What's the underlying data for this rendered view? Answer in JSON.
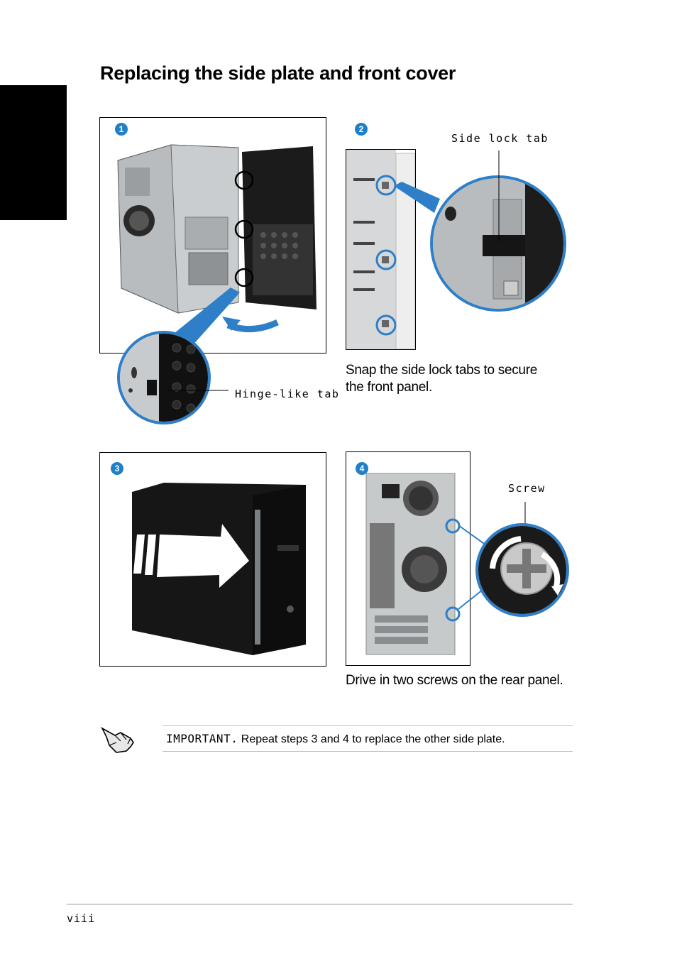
{
  "page": {
    "title": "Replacing the side plate and front cover",
    "page_number": "viii"
  },
  "steps": [
    {
      "number": "1",
      "label": "Hinge-like tab",
      "caption": ""
    },
    {
      "number": "2",
      "label": "Side lock tab",
      "caption_line1": "Snap the side lock tabs to secure",
      "caption_line2": "the front panel."
    },
    {
      "number": "3",
      "label": "",
      "caption": ""
    },
    {
      "number": "4",
      "label": "Screw",
      "caption": "Drive in two screws on the rear panel."
    }
  ],
  "note": {
    "icon": "pointing-hand-icon",
    "heading": "IMPORTANT.",
    "text": "Repeat steps 3 and 4 to replace the other side plate."
  },
  "colors": {
    "accent": "#2e7fc7",
    "badge": "#1f7fc9"
  }
}
